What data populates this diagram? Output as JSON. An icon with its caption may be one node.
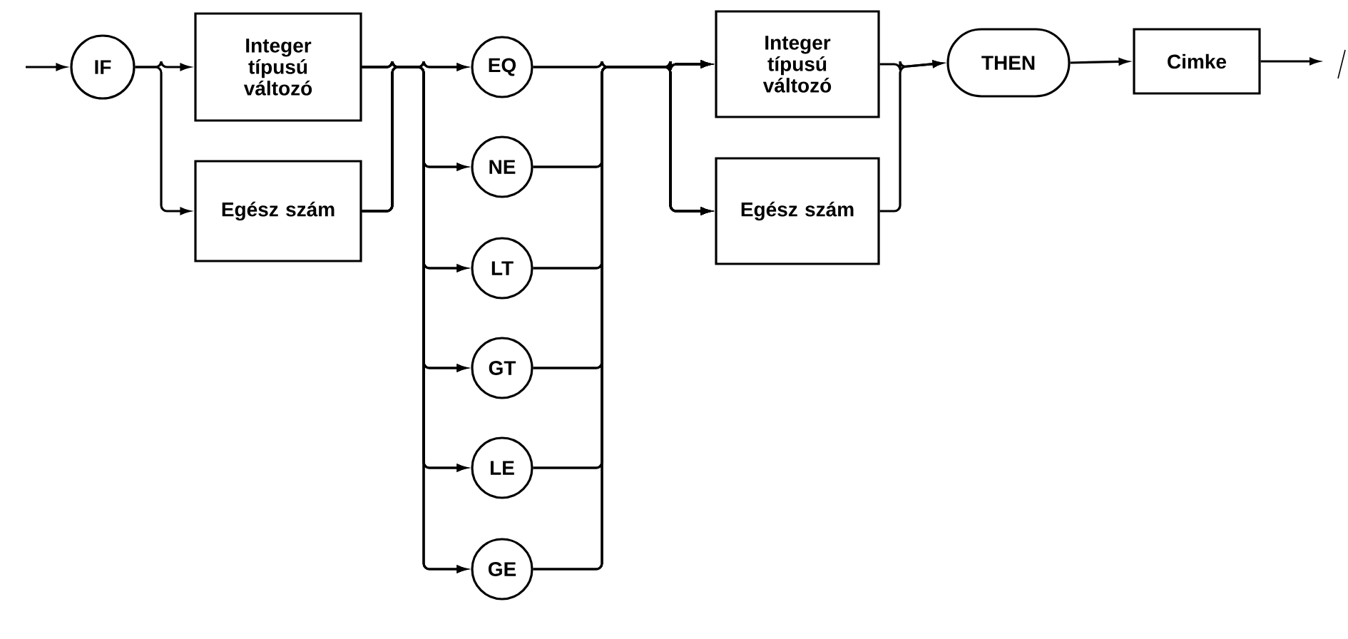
{
  "diagram": {
    "nodes": [
      {
        "text": [
          "IF"
        ]
      },
      {
        "text": [
          "Integer típusú változó"
        ]
      },
      {
        "text": [
          "Egész szám"
        ]
      },
      {
        "text": [
          "EQ"
        ]
      },
      {
        "text": [
          "NE"
        ]
      },
      {
        "text": [
          "LT"
        ]
      },
      {
        "text": [
          "GT"
        ]
      },
      {
        "text": [
          "LE"
        ]
      },
      {
        "text": [
          "GE"
        ]
      },
      {
        "text": [
          "Integer típusú változó"
        ]
      },
      {
        "text": [
          "Egész szám"
        ]
      },
      {
        "text": [
          "THEN"
        ]
      },
      {
        "text": [
          "Cimke"
        ]
      }
    ],
    "edges": [
      {
        "from": null,
        "to": 0,
        "arrow": "to"
      },
      {
        "from": 0,
        "to": 1,
        "arrow": "to"
      },
      {
        "from": 0,
        "to": 2,
        "arrow": "to"
      },
      {
        "from": 1,
        "to": 3,
        "arrow": "to"
      },
      {
        "from": 1,
        "to": 4,
        "arrow": "to"
      },
      {
        "from": 1,
        "to": 5,
        "arrow": "to"
      },
      {
        "from": 1,
        "to": 6,
        "arrow": "to"
      },
      {
        "from": 1,
        "to": 7,
        "arrow": "to"
      },
      {
        "from": 1,
        "to": 8,
        "arrow": "to"
      },
      {
        "from": 2,
        "to": 3,
        "arrow": "to"
      },
      {
        "from": 2,
        "to": 4,
        "arrow": "to"
      },
      {
        "from": 2,
        "to": 5,
        "arrow": "to"
      },
      {
        "from": 2,
        "to": 6,
        "arrow": "to"
      },
      {
        "from": 2,
        "to": 7,
        "arrow": "to"
      },
      {
        "from": 2,
        "to": 8,
        "arrow": "to"
      },
      {
        "from": 3,
        "to": 9,
        "arrow": "to"
      },
      {
        "from": 3,
        "to": 10,
        "arrow": "to"
      },
      {
        "from": 4,
        "to": 9,
        "arrow": "to"
      },
      {
        "from": 4,
        "to": 10,
        "arrow": "to"
      },
      {
        "from": 5,
        "to": 9,
        "arrow": "to"
      },
      {
        "from": 5,
        "to": 10,
        "arrow": "to"
      },
      {
        "from": 6,
        "to": 9,
        "arrow": "to"
      },
      {
        "from": 6,
        "to": 10,
        "arrow": "to"
      },
      {
        "from": 7,
        "to": 9,
        "arrow": "to"
      },
      {
        "from": 7,
        "to": 10,
        "arrow": "to"
      },
      {
        "from": 8,
        "to": 9,
        "arrow": "to"
      },
      {
        "from": 8,
        "to": 10,
        "arrow": "to"
      },
      {
        "from": 9,
        "to": 11,
        "arrow": "to"
      },
      {
        "from": 10,
        "to": 11,
        "arrow": "to"
      },
      {
        "from": 11,
        "to": 12,
        "arrow": "to"
      },
      {
        "from": 12,
        "to": null,
        "arrow": "to"
      }
    ]
  }
}
